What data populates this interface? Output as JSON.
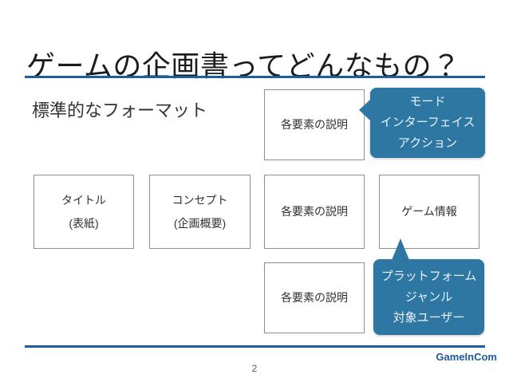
{
  "slide": {
    "title": "ゲームの企画書ってどんなもの？",
    "subtitle": "標準的なフォーマット",
    "page_number": "2",
    "brand": "GameInCom"
  },
  "colors": {
    "accent_blue": "#1e5c9e",
    "callout_blue": "#2e77a3",
    "box_border": "#8f8f8f",
    "callout_text": "#e9f2f8",
    "text_dark": "#1c1c1c",
    "text_gray": "#595959"
  },
  "diagram": {
    "boxes": [
      {
        "id": "desc-top",
        "lines": [
          "各要素の説明"
        ]
      },
      {
        "id": "title-cover",
        "lines": [
          "タイトル",
          "(表紙)"
        ]
      },
      {
        "id": "concept",
        "lines": [
          "コンセプト",
          "(企画概要)"
        ]
      },
      {
        "id": "desc-mid",
        "lines": [
          "各要素の説明"
        ]
      },
      {
        "id": "game-info",
        "lines": [
          "ゲーム情報"
        ]
      },
      {
        "id": "desc-bottom",
        "lines": [
          "各要素の説明"
        ]
      }
    ],
    "callouts": [
      {
        "id": "callout-mode",
        "tail": "left",
        "lines": [
          "モード",
          "インターフェイス",
          "アクション"
        ]
      },
      {
        "id": "callout-platform",
        "tail": "up",
        "lines": [
          "プラットフォーム",
          "ジャンル",
          "対象ユーザー"
        ]
      }
    ]
  }
}
